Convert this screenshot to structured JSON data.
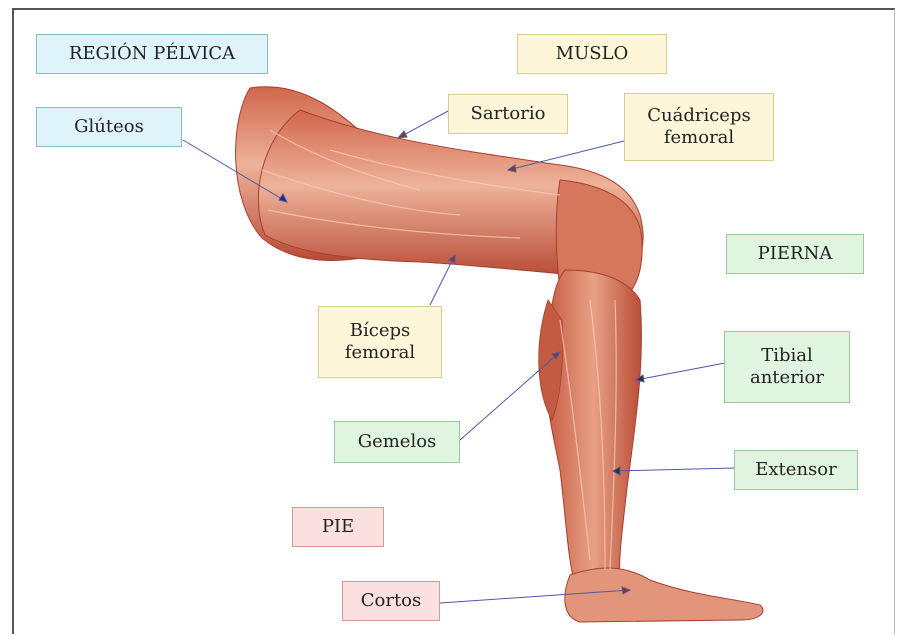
{
  "regions": {
    "pelvic": "REGIÓN PÉLVICA",
    "thigh": "MUSLO",
    "leg": "PIERNA",
    "foot": "PIE"
  },
  "muscles": {
    "gluteos": "Glúteos",
    "sartorio": "Sartorio",
    "cuadriceps_1": "Cuádriceps",
    "cuadriceps_2": "femoral",
    "biceps_1": "Bíceps",
    "biceps_2": "femoral",
    "gemelos": "Gemelos",
    "tibial_1": "Tibial",
    "tibial_2": "anterior",
    "extensor": "Extensor",
    "cortos": "Cortos"
  },
  "colors": {
    "region_pelvic": "#dff3fb",
    "region_thigh": "#fdf6d8",
    "region_leg": "#e0f5df",
    "region_foot": "#fbe0e0",
    "muscle": "#c8553f",
    "muscle_light": "#e9a48c"
  }
}
